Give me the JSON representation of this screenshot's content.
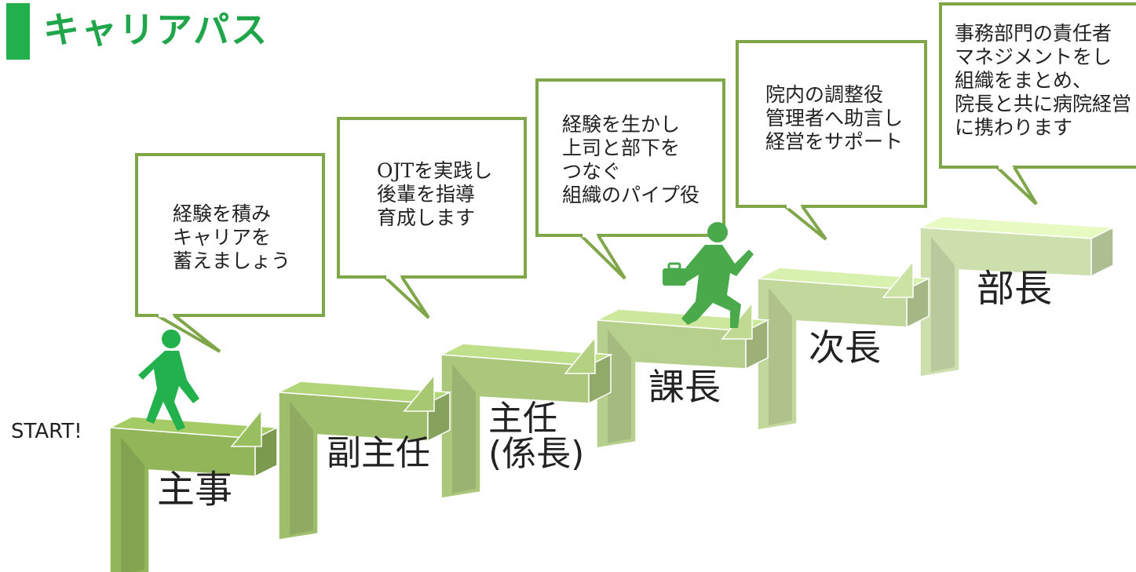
{
  "title": "キャリアパス",
  "start_label": "START!",
  "steps": [
    {
      "rank": "主事",
      "bubble": "経験を積み\nキャリアを\n蓄えましょう"
    },
    {
      "rank": "副主任",
      "bubble": "OJTを実践し\n後輩を指導\n育成します"
    },
    {
      "rank": "主任\n(係長)",
      "bubble": "経験を生かし\n上司と部下を\nつなぐ\n組織のパイプ役"
    },
    {
      "rank": "課長",
      "bubble": ""
    },
    {
      "rank": "次長",
      "bubble": "院内の調整役\n管理者へ助言し\n経営をサポート"
    },
    {
      "rank": "部長",
      "bubble": "事務部門の責任者\nマネジメントをし\n組織をまとめ、\n院長と共に病院経営\nに携わります"
    }
  ],
  "colors": {
    "title_green": "#1fa64a",
    "bubble_border": "#7fa648",
    "figure_green": "#22b14c",
    "runner_green": "#4aa94a",
    "steps": [
      "#92b55a",
      "#9fbe6c",
      "#abc77c",
      "#b7cf8c",
      "#c2d79c",
      "#cddfad"
    ]
  },
  "icons": [
    "walking-person-icon",
    "running-businessperson-icon"
  ]
}
